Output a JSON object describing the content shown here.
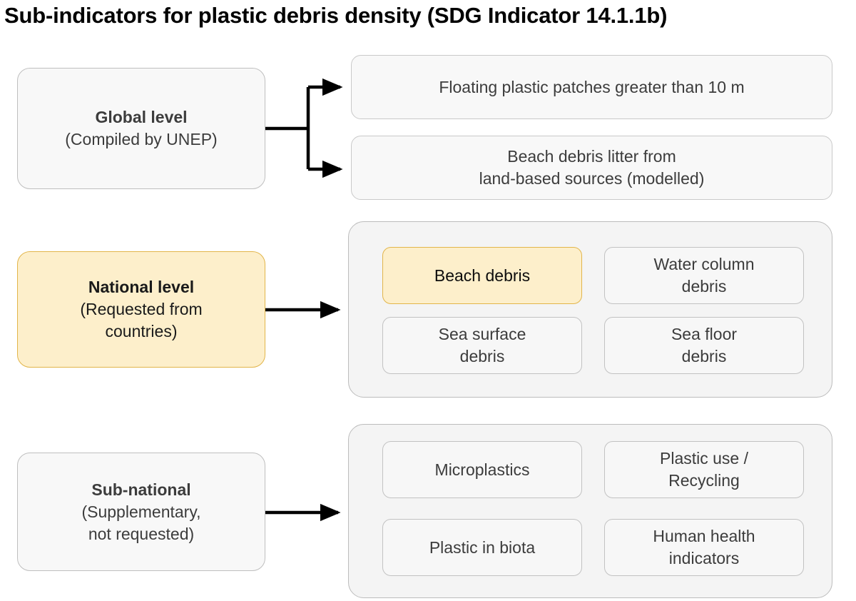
{
  "title": "Sub-indicators for plastic debris density (SDG Indicator 14.1.1b)",
  "levels": [
    {
      "id": "global",
      "title": "Global level",
      "subtitle": "(Compiled by UNEP)",
      "highlight": false
    },
    {
      "id": "national",
      "title": "National level",
      "subtitle_line1": "(Requested from",
      "subtitle_line2": "countries)",
      "highlight": true
    },
    {
      "id": "subnational",
      "title": "Sub-national",
      "subtitle_line1": "(Supplementary,",
      "subtitle_line2": "not requested)",
      "highlight": false
    }
  ],
  "global_indicators": [
    {
      "line1": "Floating plastic patches greater than 10 m",
      "line2": ""
    },
    {
      "line1": "Beach debris litter from",
      "line2": "land-based sources (modelled)"
    }
  ],
  "national_group": {
    "items": [
      {
        "line1": "Beach debris",
        "line2": "",
        "highlight": true
      },
      {
        "line1": "Water column",
        "line2": "debris",
        "highlight": false
      },
      {
        "line1": "Sea surface",
        "line2": "debris",
        "highlight": false
      },
      {
        "line1": "Sea floor",
        "line2": "debris",
        "highlight": false
      }
    ]
  },
  "subnational_group": {
    "items": [
      {
        "line1": "Microplastics",
        "line2": "",
        "highlight": false
      },
      {
        "line1": "Plastic use /",
        "line2": "Recycling",
        "highlight": false
      },
      {
        "line1": "Plastic in biota",
        "line2": "",
        "highlight": false
      },
      {
        "line1": "Human health",
        "line2": "indicators",
        "highlight": false
      }
    ]
  },
  "colors": {
    "highlight_fill": "#fdefcb",
    "highlight_border": "#e2b54a",
    "box_fill": "#f8f8f8",
    "box_border": "#c2c2c2",
    "group_fill": "#f4f4f4",
    "group_border": "#bcbcbc",
    "text": "#3c3c3c",
    "connector": "#000000"
  }
}
